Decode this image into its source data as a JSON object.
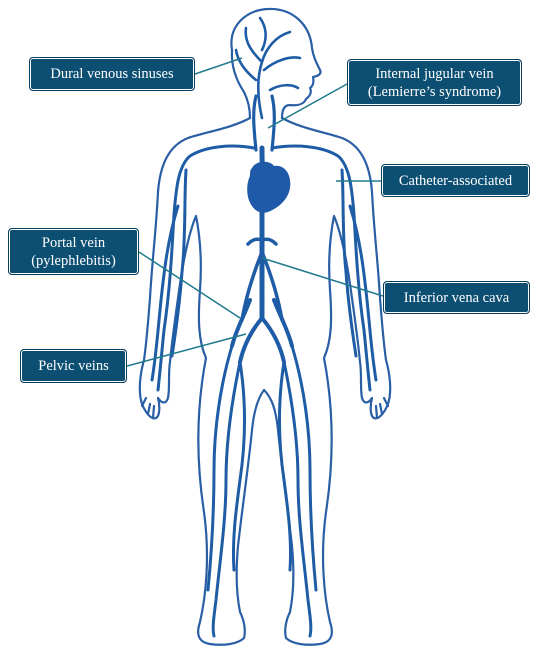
{
  "colors": {
    "vein": "#1e5da6",
    "outline": "#2a5ea5",
    "heart": "#1f5aa8",
    "label_bg": "#0d4f73",
    "label_text": "#ffffff",
    "pointer": "#1f7a8c"
  },
  "labels": {
    "dural": "Dural venous sinuses",
    "ijv_line1": "Internal jugular vein",
    "ijv_line2": "(Lemierre’s syndrome)",
    "catheter": "Catheter-associated",
    "portal_line1": "Portal vein",
    "portal_line2": "(pylephlebitis)",
    "ivc": "Inferior vena cava",
    "pelvic": "Pelvic veins"
  }
}
